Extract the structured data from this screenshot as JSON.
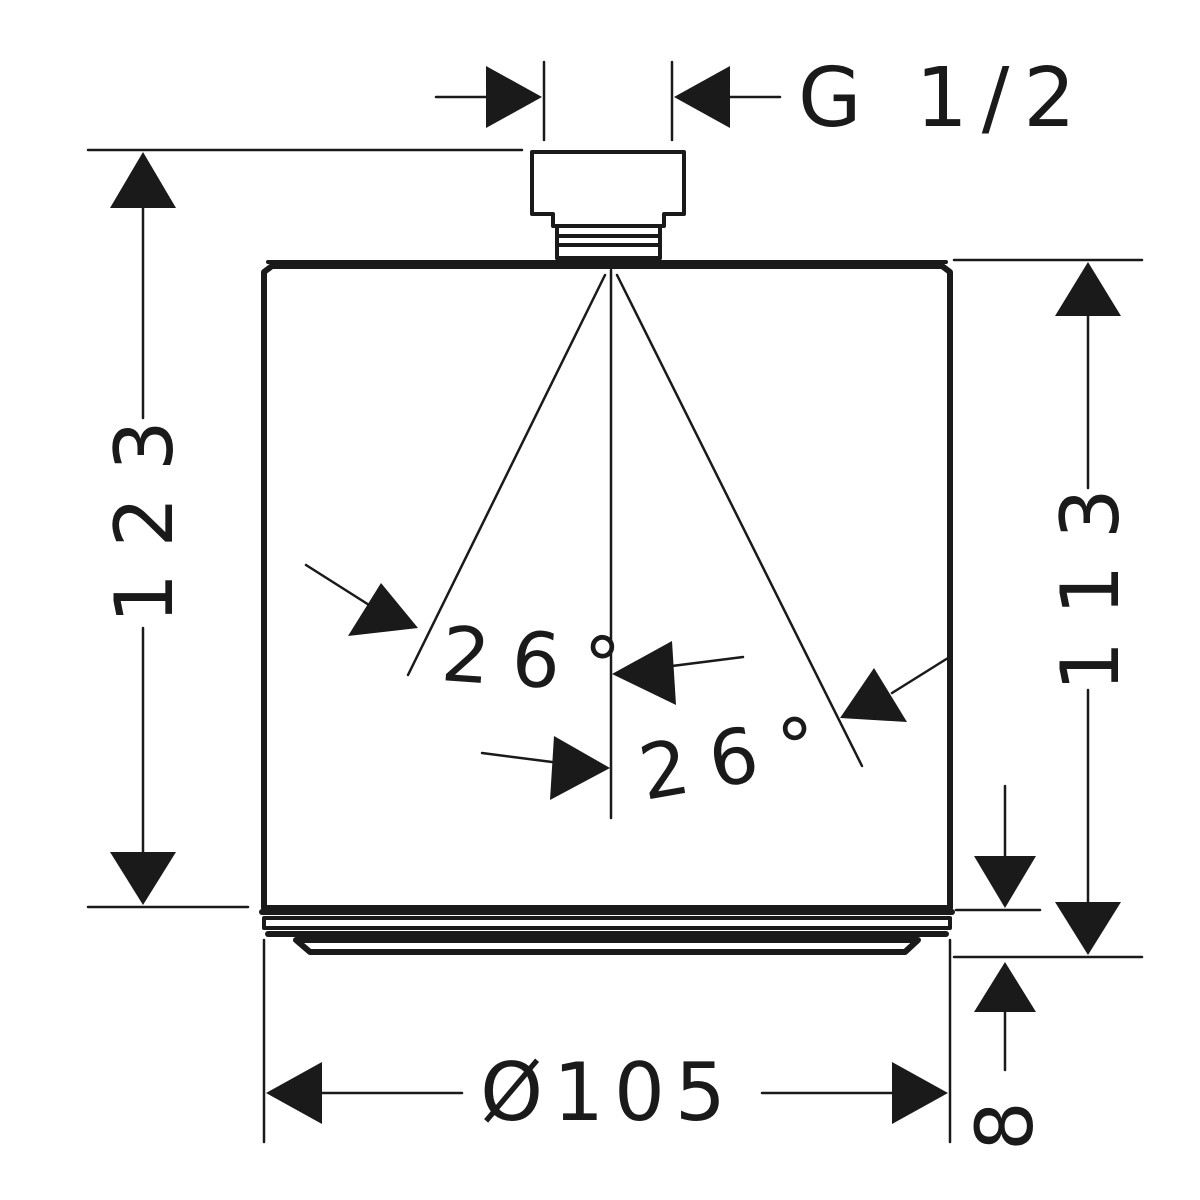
{
  "drawing": {
    "colors": {
      "line": "#1a1a1a",
      "background": "#ffffff"
    },
    "labels": {
      "thread": "G 1/2",
      "total_height": "1 2 3",
      "body_height": "1 1 3",
      "diameter": "Ø105",
      "face_height": "8",
      "angle_left": "26°",
      "angle_right": "26°"
    }
  }
}
